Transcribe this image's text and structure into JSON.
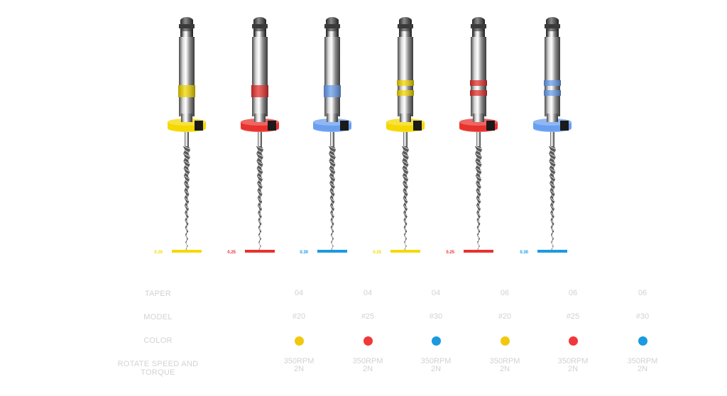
{
  "colors": {
    "yellow": "#f5d800",
    "red": "#e8322e",
    "blue": "#6a9ff0",
    "table_yellow": "#f2c80f",
    "table_red": "#f0383a",
    "table_blue": "#1a9ae0",
    "label_blue": "#1a9ae0"
  },
  "files": [
    {
      "size": "0.20",
      "color": "yellow",
      "bands": 1
    },
    {
      "size": "0.25",
      "color": "red",
      "bands": 1
    },
    {
      "size": "0.30",
      "color": "blue",
      "bands": 1
    },
    {
      "size": "0.25",
      "color": "yellow",
      "bands": 2
    },
    {
      "size": "0.25",
      "color": "red",
      "bands": 2
    },
    {
      "size": "0.30",
      "color": "blue",
      "bands": 2
    }
  ],
  "table": {
    "rows": [
      {
        "label": "TAPER",
        "type": "text",
        "values": [
          "04",
          "04",
          "04",
          "06",
          "06",
          "06"
        ]
      },
      {
        "label": "MODEL",
        "type": "text",
        "values": [
          "#20",
          "#25",
          "#30",
          "#20",
          "#25",
          "#30"
        ]
      },
      {
        "label": "COLOR",
        "type": "dot",
        "values": [
          "table_yellow",
          "table_red",
          "table_blue",
          "table_yellow",
          "table_red",
          "table_blue"
        ]
      },
      {
        "label": "ROTATE SPEED AND TORQUE",
        "type": "text2",
        "values": [
          [
            "350RPM",
            "2N"
          ],
          [
            "350RPM",
            "2N"
          ],
          [
            "350RPM",
            "2N"
          ],
          [
            "350RPM",
            "2N"
          ],
          [
            "350RPM",
            "2N"
          ],
          [
            "350RPM",
            "2N"
          ]
        ]
      }
    ]
  }
}
